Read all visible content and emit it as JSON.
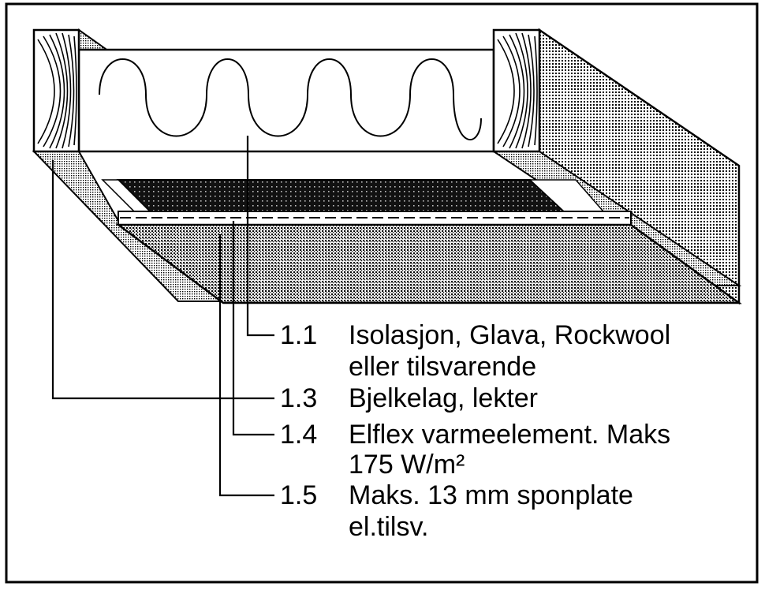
{
  "callouts": [
    {
      "number": "1.1",
      "line1": "Isolasjon, Glava, Rockwool",
      "line2": "eller tilsvarende"
    },
    {
      "number": "1.3",
      "line1": "Bjelkelag, lekter",
      "line2": ""
    },
    {
      "number": "1.4",
      "line1": "Elflex varmeelement. Maks",
      "line2": "175 W/m²"
    },
    {
      "number": "1.5",
      "line1": "Maks. 13 mm sponplate",
      "line2": "el.tilsv."
    }
  ],
  "colors": {
    "ink": "#000000",
    "paper": "#ffffff",
    "stipple": "#8a8a8a"
  }
}
